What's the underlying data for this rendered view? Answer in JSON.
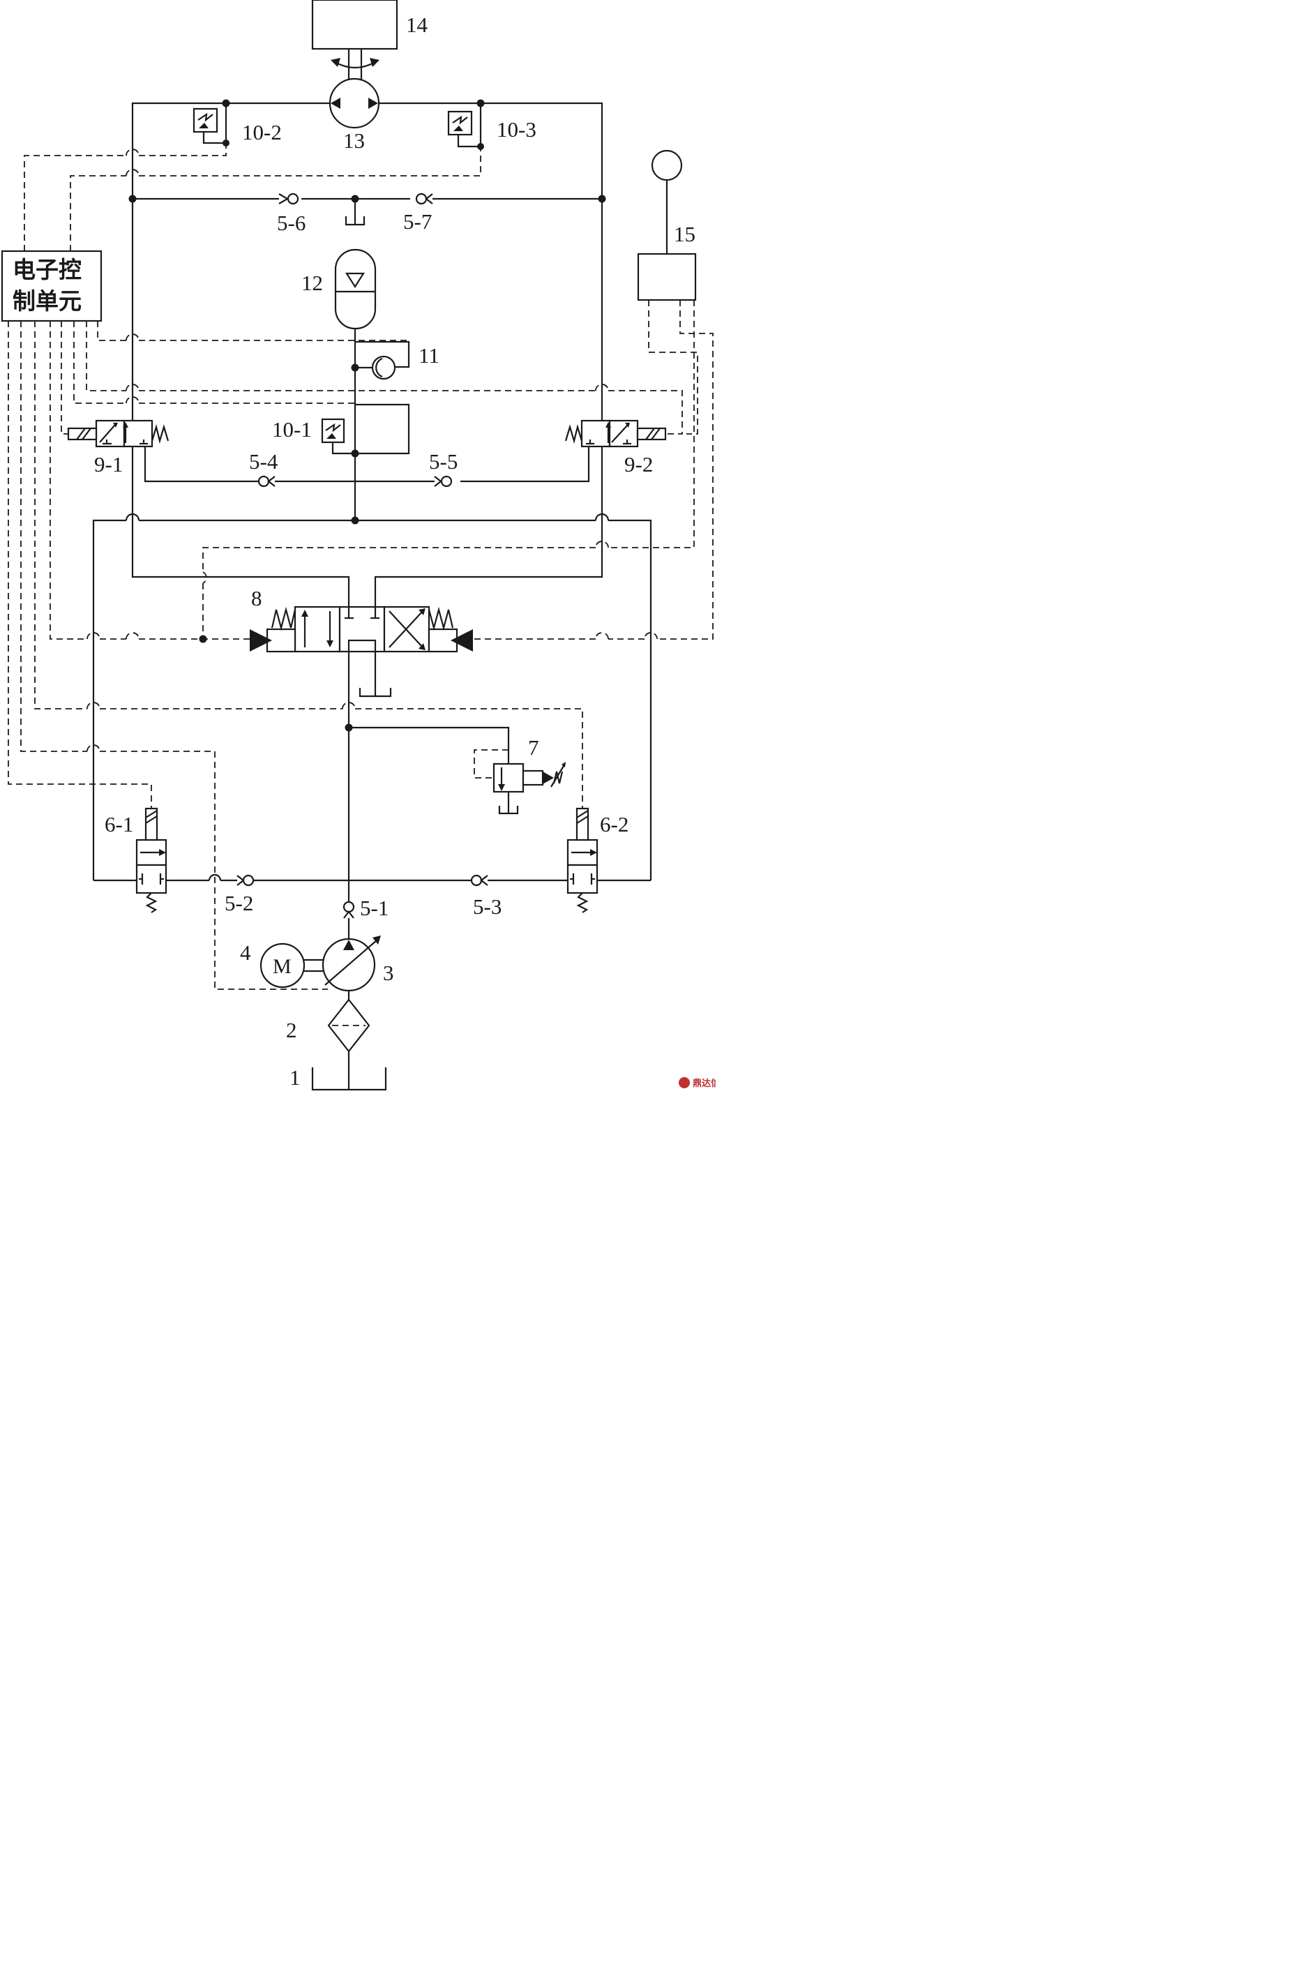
{
  "components": {
    "c14": "14",
    "c13": "13",
    "c10_2": "10-2",
    "c10_3": "10-3",
    "c5_6": "5-6",
    "c5_7": "5-7",
    "c15": "15",
    "c12": "12",
    "c11": "11",
    "c10_1": "10-1",
    "c9_1": "9-1",
    "c9_2": "9-2",
    "c5_4": "5-4",
    "c5_5": "5-5",
    "c8": "8",
    "c7": "7",
    "c6_1": "6-1",
    "c6_2": "6-2",
    "c5_2": "5-2",
    "c5_1": "5-1",
    "c5_3": "5-3",
    "c4": "4",
    "c3": "3",
    "c2": "2",
    "c1": "1"
  },
  "ecu": {
    "line1": "电子控",
    "line2": "制单元"
  },
  "motor_letter": "M",
  "watermark": "鼎达信"
}
